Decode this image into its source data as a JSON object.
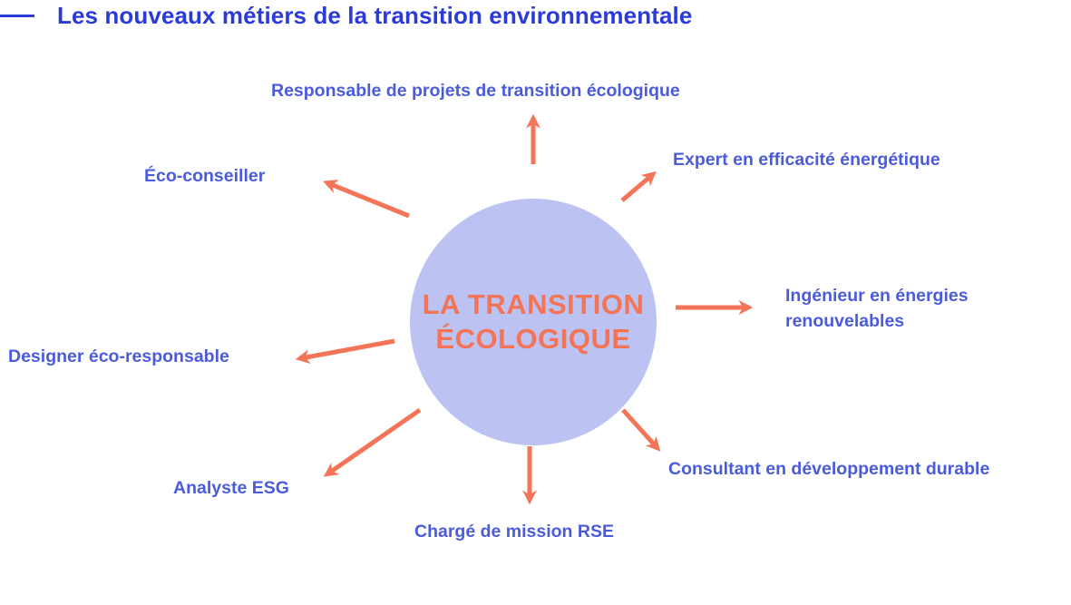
{
  "header": {
    "title": "Les nouveaux métiers de la transition environnementale"
  },
  "colors": {
    "title": "#2B3BD9",
    "label": "#4A5BDC",
    "arrow": "#F47458",
    "hub_fill": "#BCC3F3",
    "hub_text": "#F47458",
    "background": "#FFFFFF"
  },
  "hub": {
    "line1": "LA TRANSITION",
    "line2": "ÉCOLOGIQUE"
  },
  "jobs": [
    {
      "label": "Responsable de projets de transition écologique",
      "direction": "up"
    },
    {
      "label": "Expert en efficacité énergétique",
      "direction": "up-right"
    },
    {
      "label": "Ingénieur en énergies",
      "label_line2": "renouvelables",
      "direction": "right"
    },
    {
      "label": "Consultant en développement durable",
      "direction": "down-right"
    },
    {
      "label": "Chargé de mission RSE",
      "direction": "down"
    },
    {
      "label": "Analyste ESG",
      "direction": "down-left"
    },
    {
      "label": "Designer éco-responsable",
      "direction": "left"
    },
    {
      "label": "Éco-conseiller",
      "direction": "up-left"
    }
  ]
}
